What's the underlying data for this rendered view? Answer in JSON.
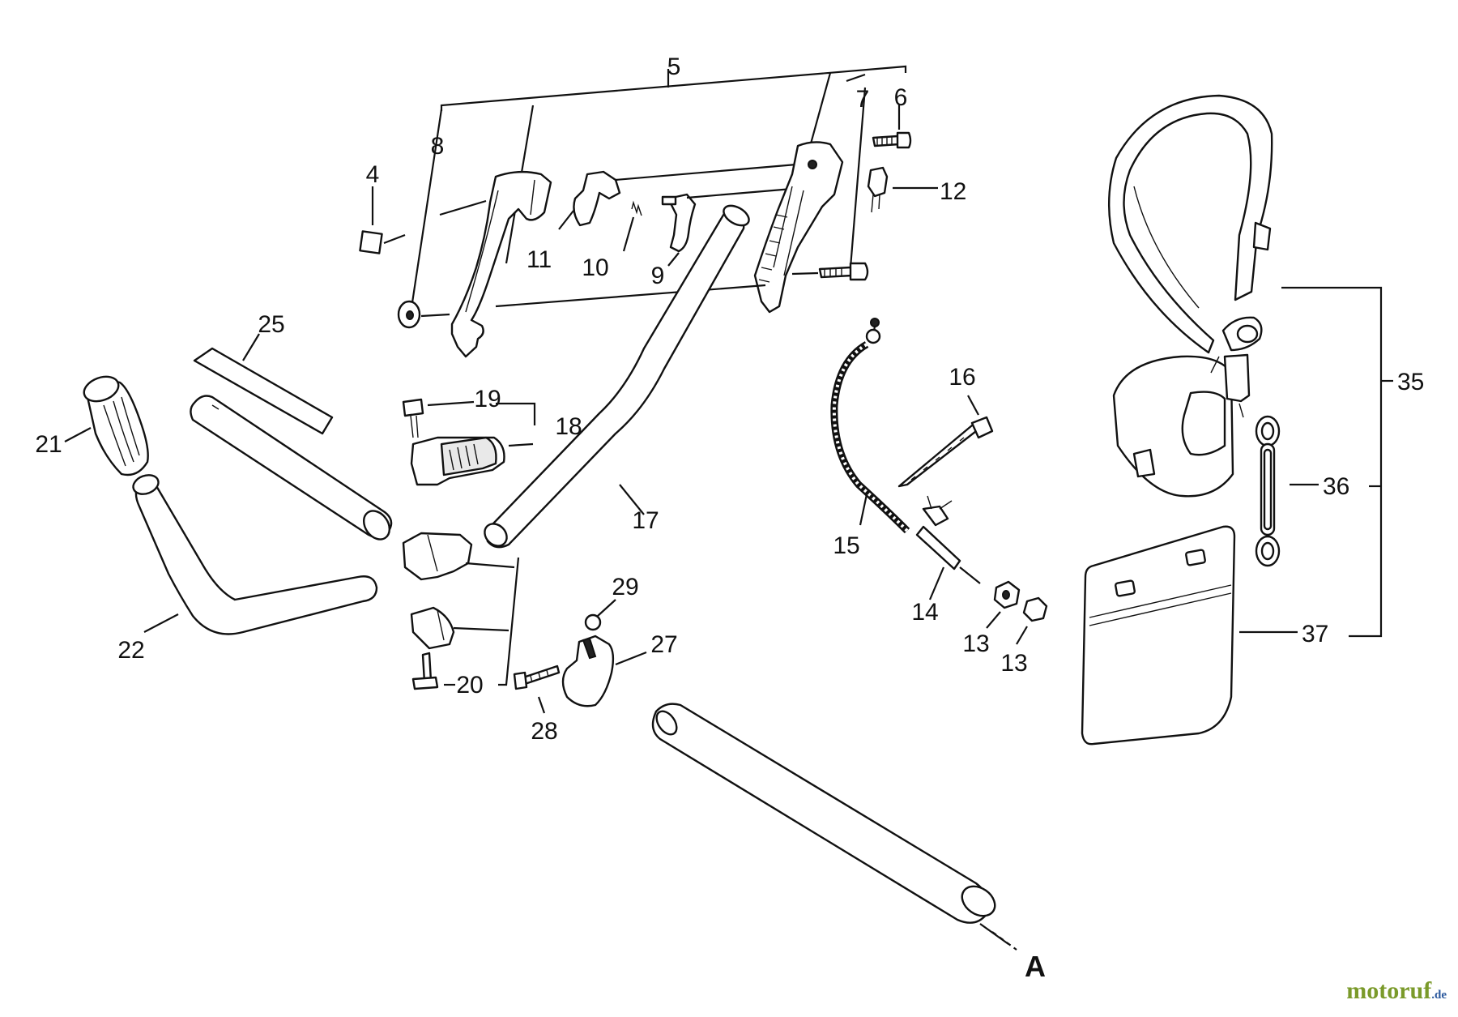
{
  "labels": {
    "n4": "4",
    "n5": "5",
    "n6": "6",
    "n7": "7",
    "n8": "8",
    "n9": "9",
    "n10": "10",
    "n11": "11",
    "n12": "12",
    "n13a": "13",
    "n13b": "13",
    "n14": "14",
    "n15": "15",
    "n16": "16",
    "n17": "17",
    "n18": "18",
    "n19": "19",
    "n20": "20",
    "n21": "21",
    "n22": "22",
    "n25": "25",
    "n27": "27",
    "n28": "28",
    "n29": "29",
    "n35": "35",
    "n36": "36",
    "n37": "37",
    "nA": "A"
  },
  "watermark": {
    "main": "motoruf",
    "suffix": ".de"
  }
}
